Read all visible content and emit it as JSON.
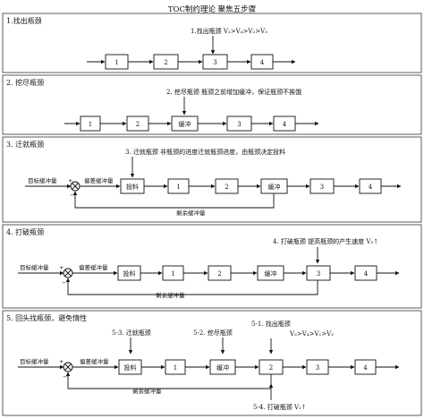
{
  "title": "TOC制约理论 聚焦五步骤",
  "sections": [
    {
      "label": "1.找出瓶颈",
      "note": "1.找出瓶颈  V₁>V₄>V₂>V₃",
      "boxes": [
        "1",
        "2",
        "3",
        "4"
      ]
    },
    {
      "label": "2. 挖尽瓶颈",
      "note": "2. 挖尽瓶颈   瓶颈之前增加缓冲，保证瓶颈不挨饿",
      "boxes": [
        "1",
        "2",
        "缓冲",
        "3",
        "4"
      ]
    },
    {
      "label": "3. 迁就瓶颈",
      "note": "3. 迁就瓶颈   非瓶颈的进度迁就瓶颈进度，由瓶颈决定投料",
      "target_label": "目标缓冲量",
      "deviation_label": "偏差缓冲量",
      "remaining_label": "剩余缓冲量",
      "plus": "+",
      "minus": "−",
      "boxes": [
        "投料",
        "1",
        "2",
        "缓冲",
        "3",
        "4"
      ]
    },
    {
      "label": "4. 打破瓶颈",
      "note": "4. 打破瓶颈   提高瓶颈的产生速度  V₃↑",
      "target_label": "目标缓冲量",
      "deviation_label": "偏差缓冲量",
      "remaining_label": "剩余缓冲量",
      "plus": "+",
      "minus": "−",
      "boxes": [
        "投料",
        "1",
        "2",
        "缓冲",
        "3",
        "4"
      ]
    },
    {
      "label": "5. 回头找瓶颈，避免惰性",
      "note_5_3": "5-3. 迁就瓶颈",
      "note_5_2": "5-2. 挖尽瓶颈",
      "note_5_1": "5-1. 找出瓶颈",
      "note_5_1_rel": "V₃>V₄>V₁>V₂",
      "note_5_4": "5-4. 打破瓶颈 V₂↑",
      "target_label": "目标缓冲量",
      "deviation_label": "偏差缓冲量",
      "remaining_label": "剩余缓冲量",
      "plus": "+",
      "minus": "−",
      "boxes": [
        "投料",
        "1",
        "缓冲",
        "2",
        "3",
        "4"
      ]
    }
  ]
}
